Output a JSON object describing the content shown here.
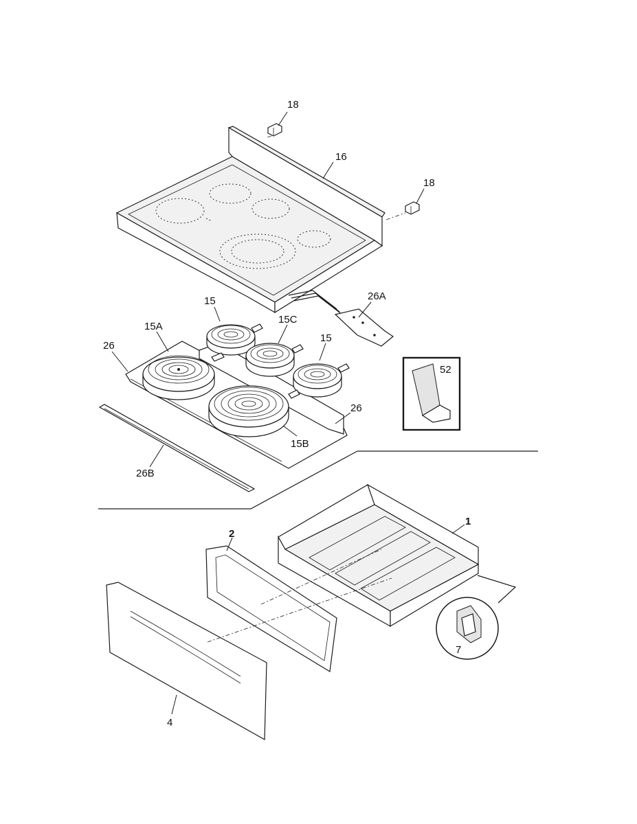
{
  "labels": {
    "l18a": "18",
    "l16": "16",
    "l18b": "18",
    "l26A": "26A",
    "l15a": "15",
    "l15C": "15C",
    "l15A": "15A",
    "l15b": "15",
    "l26a": "26",
    "l26b": "26",
    "l15B": "15B",
    "l26B": "26B",
    "l52": "52",
    "l1": "1",
    "l2": "2",
    "l4": "4",
    "l7": "7"
  }
}
